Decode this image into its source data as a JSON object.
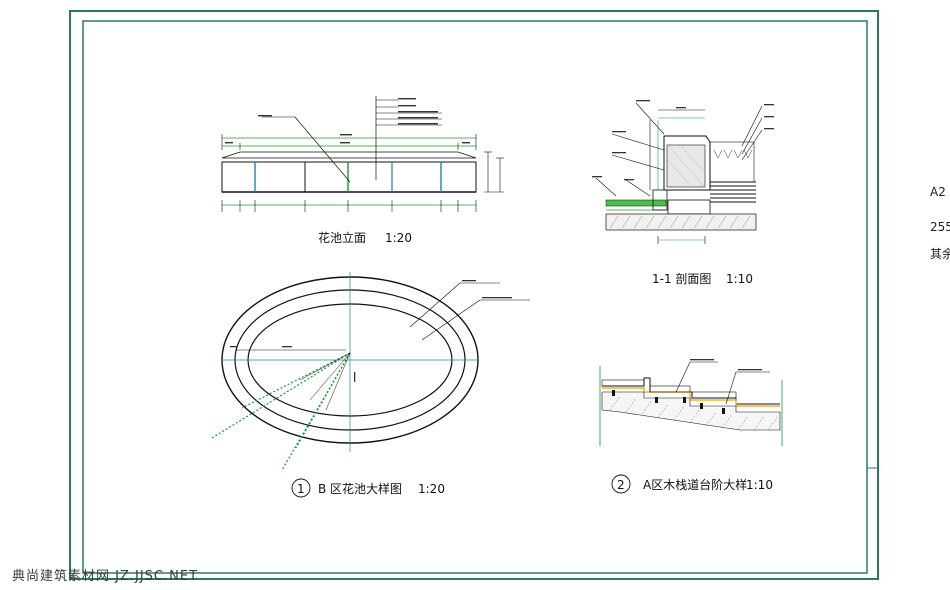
{
  "drawings": {
    "elevation": {
      "title": "花池立面",
      "scale": "1:20"
    },
    "section": {
      "title": "1-1 剖面图",
      "scale": "1:10"
    },
    "planter_detail": {
      "number": "1",
      "title": "B 区花池大样图",
      "scale": "1:20"
    },
    "step_detail": {
      "number": "2",
      "title": "A区木栈道台阶大样",
      "scale": "1:10"
    }
  },
  "side_notes": {
    "line1": "A2",
    "line2": "255",
    "line3": "其余"
  },
  "watermark": "典尚建筑素材网 JZ.JJSC.NET",
  "colors": {
    "frame": "#2a7a62",
    "line": "#111111",
    "accent": "#1a9a3a",
    "dimension": "#2aa04a"
  }
}
